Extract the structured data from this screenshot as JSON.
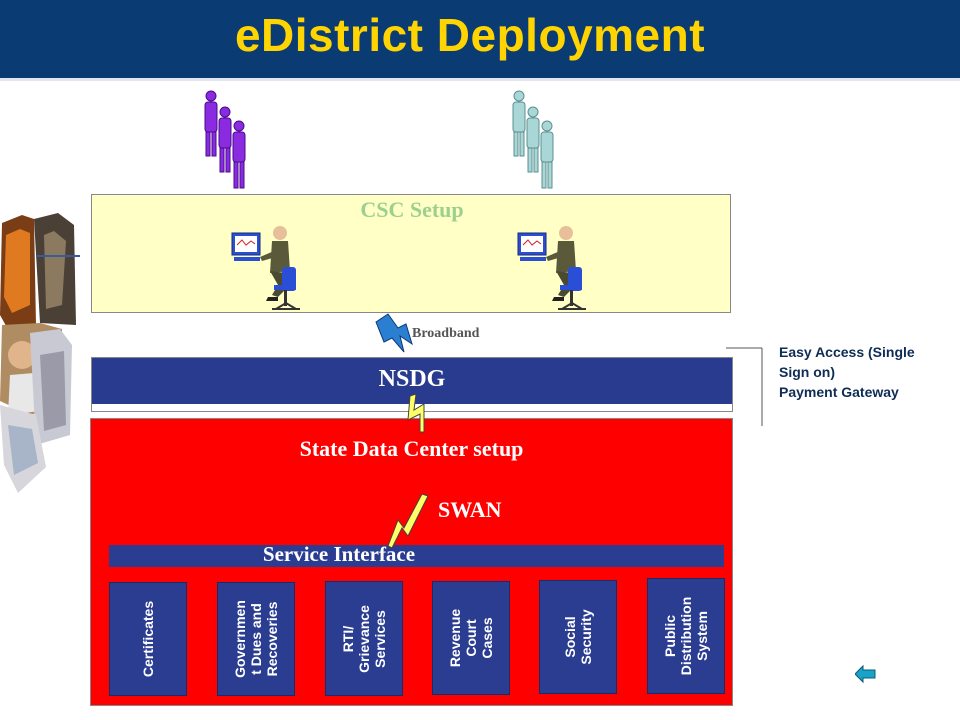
{
  "header": {
    "title": "eDistrict Deployment"
  },
  "csc": {
    "title": "CSC Setup"
  },
  "connection": {
    "broadband": "Broadband",
    "swan": "SWAN"
  },
  "nsdg": {
    "label": "NSDG"
  },
  "side_note": {
    "lines": [
      "Easy Access (Single",
      "Sign on)",
      "Payment Gateway"
    ]
  },
  "sdc": {
    "title": "State Data Center setup"
  },
  "service_interface": {
    "label": "Service Interface"
  },
  "services": [
    {
      "lines": [
        "Certificates"
      ]
    },
    {
      "lines": [
        "Governmen",
        "t Dues and",
        "Recoveries"
      ]
    },
    {
      "lines": [
        "RTI/",
        "Grievance",
        "Services"
      ]
    },
    {
      "lines": [
        "Revenue",
        "Court",
        "Cases"
      ]
    },
    {
      "lines": [
        "Social",
        "Security"
      ]
    },
    {
      "lines": [
        "Public",
        "Distribution",
        "System"
      ]
    }
  ],
  "colors": {
    "title_bar": "#0b3b73",
    "title_text": "#ffd400",
    "csc_fill": "#ffffc6",
    "nsdg_fill": "#283b8f",
    "sdc_fill": "#ff0000",
    "service_fill": "#2b3d91"
  },
  "icons": {
    "queue_left": "people-queue-icon",
    "queue_right": "people-queue-icon",
    "operator": "computer-operator-icon",
    "bolt": "lightning-bolt-icon",
    "back": "back-arrow-icon"
  }
}
